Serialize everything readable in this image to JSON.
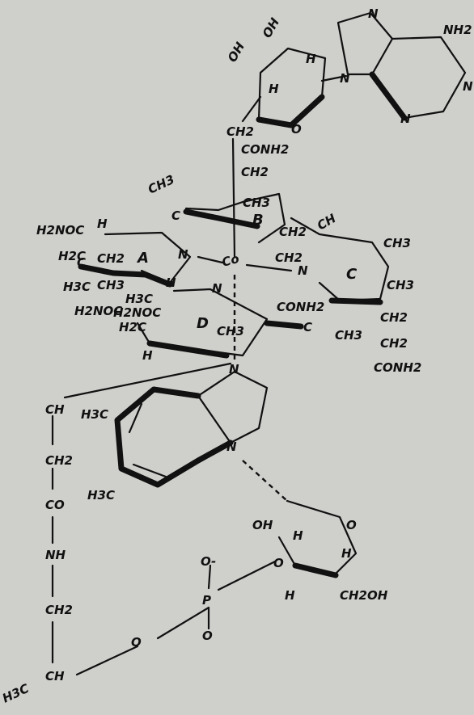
{
  "labels": {
    "oh_top1": "OH",
    "oh_top2": "OH",
    "h_ribose1": "H",
    "h_ribose2": "H",
    "o_ribose": "O",
    "n_ad1": "N",
    "n_ad2": "N",
    "n_ad3": "N",
    "n_ad4": "N",
    "nh2_ad": "NH2",
    "ch2_link": "CH2",
    "conh2_1": "CONH2",
    "ch2_1": "CH2",
    "ch3_b": "CH3",
    "ring_b": "B",
    "ch3_bridge": "CH3",
    "c_bridge": "C",
    "h2noc_1": "H2NOC",
    "h_a": "H",
    "h2c_1": "H2C",
    "c_a": "C",
    "ch2_a": "CH2",
    "ring_a": "A",
    "n_a": "N",
    "co": "Co",
    "n_c": "N",
    "ch2_b1": "CH2",
    "ch2_b2": "CH2",
    "ch_c": "CH",
    "ch3_c": "CH3",
    "ring_c": "C",
    "ch3_c2": "CH3",
    "h3c_1": "H3C",
    "ch3_d": "CH3",
    "h_d": "H",
    "n_d": "N",
    "h3c_2": "H3C",
    "h2noc_2": "H2NOC",
    "h2noc_3": "H2NOC",
    "h2c_2": "H2C",
    "conh2_2": "CONH2",
    "ring_d": "D",
    "ch3_d2": "CH3",
    "c_d": "C",
    "ch3_right": "CH3",
    "ch2_c1": "CH2",
    "ch2_c2": "CH2",
    "conh2_c": "CONH2",
    "h_d2": "H",
    "n_bim1": "N",
    "ch_chain": "CH",
    "h3c_bim1": "H3C",
    "ch2_chain1": "CH2",
    "n_bim2": "N",
    "co_chain": "CO",
    "h3c_bim2": "H3C",
    "oh_sugar": "OH",
    "o_sugar": "O",
    "h_sugar1": "H",
    "nh_chain": "NH",
    "o_minus": "O-",
    "h_sugar2": "H",
    "o_sugar2": "O",
    "p": "P",
    "h_sugar3": "H",
    "ch2oh": "CH2OH",
    "ch2_chain2": "CH2",
    "o_p": "O",
    "o_link": "O",
    "ch_end": "CH",
    "h3c_end": "H3C"
  }
}
